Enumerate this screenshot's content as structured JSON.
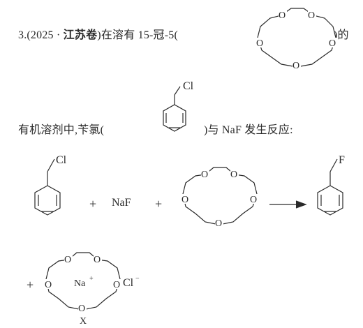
{
  "question": {
    "number": "3.",
    "source_open": "(2025",
    "source_dot": "·",
    "source_name": "江苏卷",
    "source_close": ")",
    "text_a": "在溶有 15-冠-5(",
    "text_b": ")的",
    "text_c": "有机溶剂中,苄氯(",
    "text_d": ")与 NaF 发生反应:"
  },
  "structures": {
    "ring_atom": "O",
    "chloro": "Cl",
    "fluoro": "F",
    "sodium": "Na",
    "sodium_charge": "+",
    "chloride": "Cl",
    "chloride_charge": "−",
    "x_label": "X"
  },
  "equation": {
    "plus_1": "+",
    "reagent": "NaF",
    "plus_2": "+",
    "plus_3": "+"
  }
}
